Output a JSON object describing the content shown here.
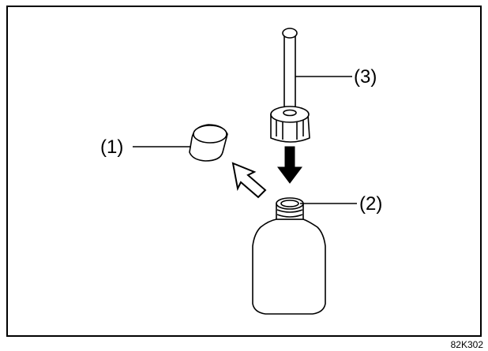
{
  "diagram": {
    "callouts": {
      "cap": "(1)",
      "bottle": "(2)",
      "nozzle": "(3)"
    },
    "figure_code": "82K302"
  },
  "colors": {
    "line": "#000000",
    "fill": "#ffffff",
    "arrow": "#000000"
  }
}
